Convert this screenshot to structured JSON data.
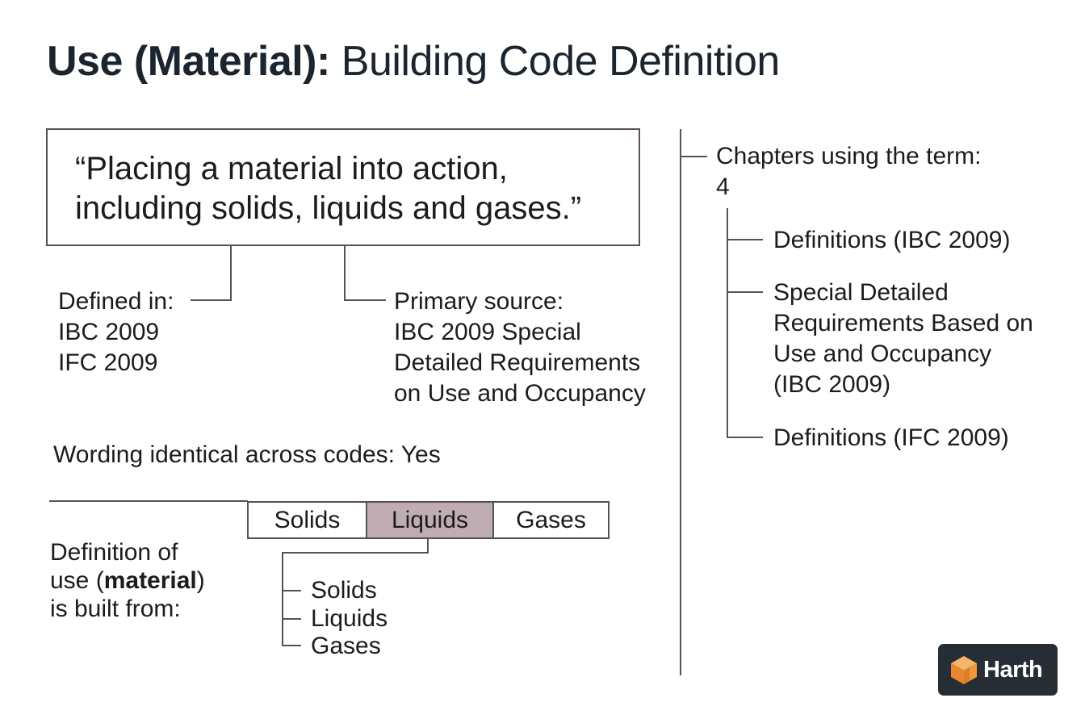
{
  "title": {
    "bold": "Use (Material):",
    "rest": "Building Code Definition"
  },
  "quote": {
    "line1": "“Placing a material into action,",
    "line2": "including solids, liquids and gases.”"
  },
  "defined_in": {
    "label": "Defined in:",
    "codes": [
      "IBC 2009",
      "IFC 2009"
    ]
  },
  "primary_source": {
    "label": "Primary source:",
    "lines": [
      "IBC 2009 Special",
      "Detailed Requirements",
      "on Use and Occupancy"
    ]
  },
  "wording": "Wording identical across codes: Yes",
  "tabs": {
    "items": [
      "Solids",
      "Liquids",
      "Gases"
    ],
    "selected": "Liquids"
  },
  "built_from": {
    "line1": "Definition of",
    "line2_prefix": "use (",
    "line2_bold": "material",
    "line2_suffix": ")",
    "line3": "is built from:",
    "items": [
      "Solids",
      "Liquids",
      "Gases"
    ]
  },
  "chapters": {
    "label": "Chapters using the term:",
    "count": "4",
    "items": [
      {
        "lines": [
          "Definitions (IBC 2009)"
        ]
      },
      {
        "lines": [
          "Special Detailed",
          "Requirements Based on",
          "Use and Occupancy",
          "(IBC 2009)"
        ]
      },
      {
        "lines": [
          "Definitions (IFC 2009)"
        ]
      }
    ]
  },
  "logo": {
    "text": "Harth",
    "icon": "cube-logo-icon"
  },
  "colors": {
    "line": "#5a4f57",
    "highlight": "#bfadb3",
    "title": "#1b2530",
    "logo_bg": "#262d34",
    "logo_orange": "#f0973a"
  }
}
